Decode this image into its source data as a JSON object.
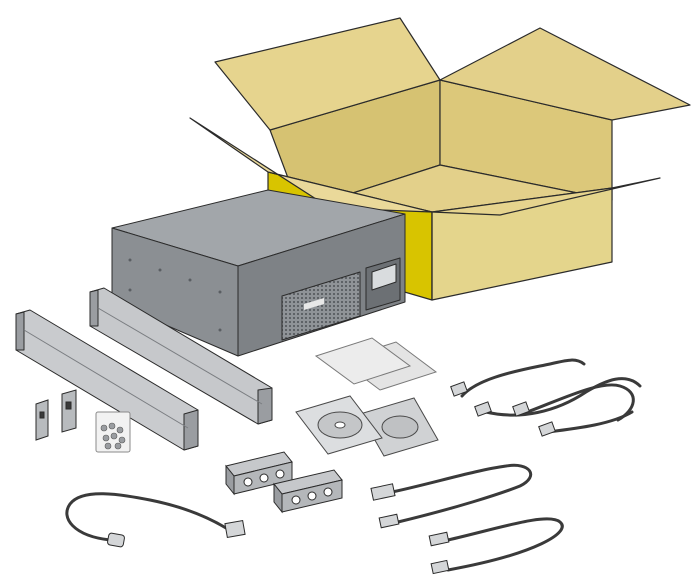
{
  "figure": {
    "kind": "ups-package-contents-illustration",
    "colors": {
      "box_light": "#e6d48e",
      "box_mid": "#d9c679",
      "box_dark": "#cdb664",
      "box_yellow": "#d8c400",
      "ups_top": "#a2a6aa",
      "ups_front": "#8f9397",
      "ups_side": "#7e8286",
      "ups_panel": "#6c7074",
      "metal": "#c6c8cb",
      "metal_dark": "#9a9da1",
      "cable": "#3a3a3a",
      "outline": "#2b2b2b"
    },
    "items": [
      "shipping-carton",
      "ups-unit",
      "rail-kit",
      "mounting-brackets",
      "screw-bag",
      "documentation",
      "software-cds",
      "output-power-cords",
      "input-power-cord",
      "outlet-adapters",
      "serial-cable",
      "usb-cable"
    ]
  }
}
